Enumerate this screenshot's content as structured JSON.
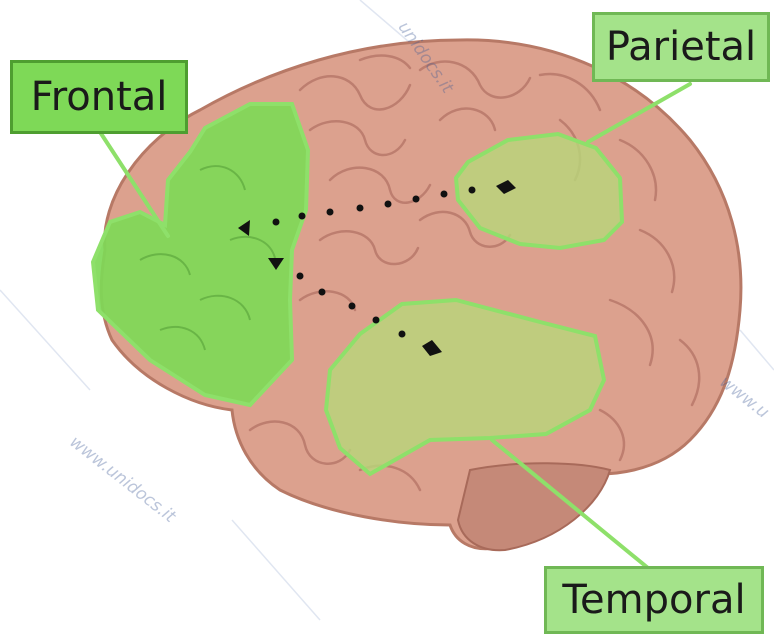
{
  "labels": {
    "frontal": "Frontal",
    "parietal": "Parietal",
    "temporal": "Temporal"
  },
  "watermark": {
    "text": "www.unidocs.it",
    "text_partial_top": "unidocs.it",
    "text_partial_right": "www.u"
  },
  "colors": {
    "frontal_fill": "#7ed957",
    "parietal_fill": "#b6d87a",
    "temporal_fill": "#b6d87a",
    "region_outline": "#8ee06a",
    "brain_tissue": "#dba28e",
    "brain_shadow": "#b9786a",
    "cerebellum": "#c48879"
  }
}
